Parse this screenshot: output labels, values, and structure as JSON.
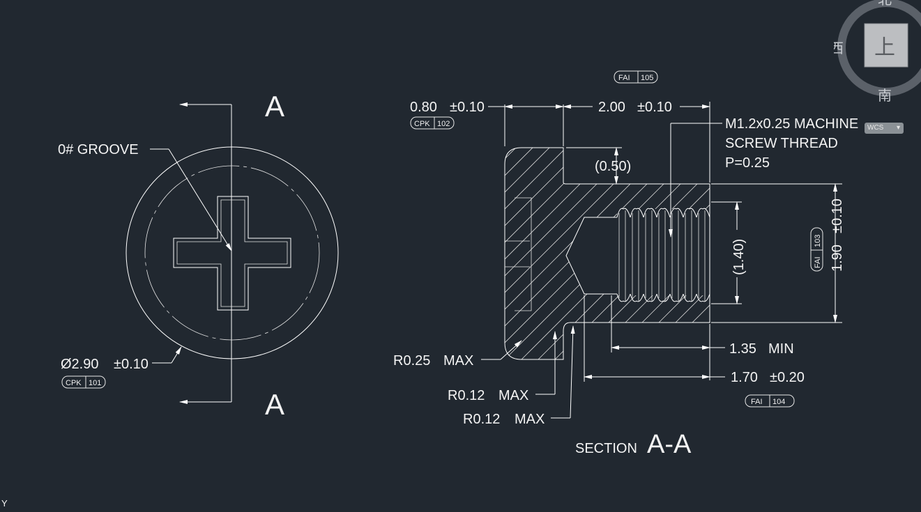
{
  "front_view": {
    "groove_label": "0# GROOVE",
    "diameter_label": "Ø2.90",
    "diameter_tol": "±0.10",
    "section_letter_top": "A",
    "section_letter_bottom": "A",
    "badge": {
      "prefix": "CPK",
      "num": "101"
    }
  },
  "section_view": {
    "head_dim": {
      "value": "0.80",
      "tol": "±0.10",
      "badge_prefix": "CPK",
      "badge_num": "102"
    },
    "length_dim": {
      "value": "2.00",
      "tol": "±0.10",
      "badge_prefix": "FAI",
      "badge_num": "105"
    },
    "step_dim": "(0.50)",
    "thread_note": [
      "M1.2x0.25 MACHINE",
      "SCREW THREAD",
      "P=0.25"
    ],
    "thread_dia": "(1.40)",
    "shank_dia": {
      "value": "1.90",
      "tol": "±0.10",
      "badge_prefix": "FAI",
      "badge_num": "103"
    },
    "thread_len": {
      "value": "1.35",
      "suffix": "MIN"
    },
    "shank_len": {
      "value": "1.70",
      "tol": "±0.20",
      "badge_prefix": "FAI",
      "badge_num": "104"
    },
    "radius_1": {
      "value": "R0.25",
      "suffix": "MAX"
    },
    "radius_2": {
      "value": "R0.12",
      "suffix": "MAX"
    },
    "radius_3": {
      "value": "R0.12",
      "suffix": "MAX"
    },
    "title_prefix": "SECTION",
    "title_main": "A-A"
  },
  "viewcube": {
    "north": "北",
    "west": "西",
    "south": "南",
    "top_face": "上",
    "wcs_label": "WCS"
  },
  "ucs_label": "Y"
}
